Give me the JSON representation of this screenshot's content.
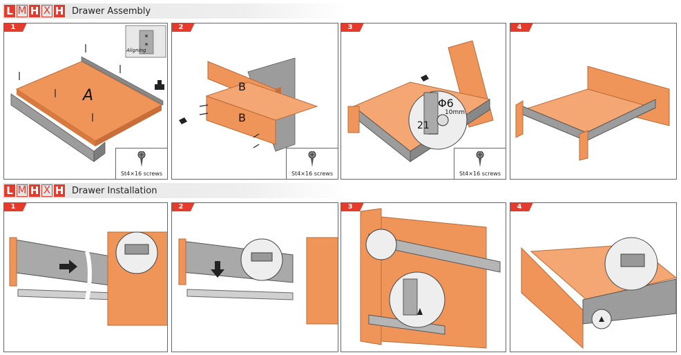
{
  "sections": [
    {
      "logo": [
        "L",
        "M",
        "H",
        "X",
        "H"
      ],
      "title": "Drawer Assembly"
    },
    {
      "logo": [
        "L",
        "M",
        "H",
        "X",
        "H"
      ],
      "title": "Drawer Installation"
    }
  ],
  "steps": [
    "1",
    "2",
    "3",
    "4"
  ],
  "assembly": {
    "screw_label": "St4×16 screws",
    "panel_a_label": "A",
    "panel_b_label": "B",
    "aligning_label": "Aligning",
    "dimension_diameter": "Φ6",
    "dimension_depth": "10mm",
    "dimension_offset": "21"
  },
  "colors": {
    "accent": "#e53b2c",
    "wood": "#f0955a",
    "metal": "#a9a9a9"
  }
}
